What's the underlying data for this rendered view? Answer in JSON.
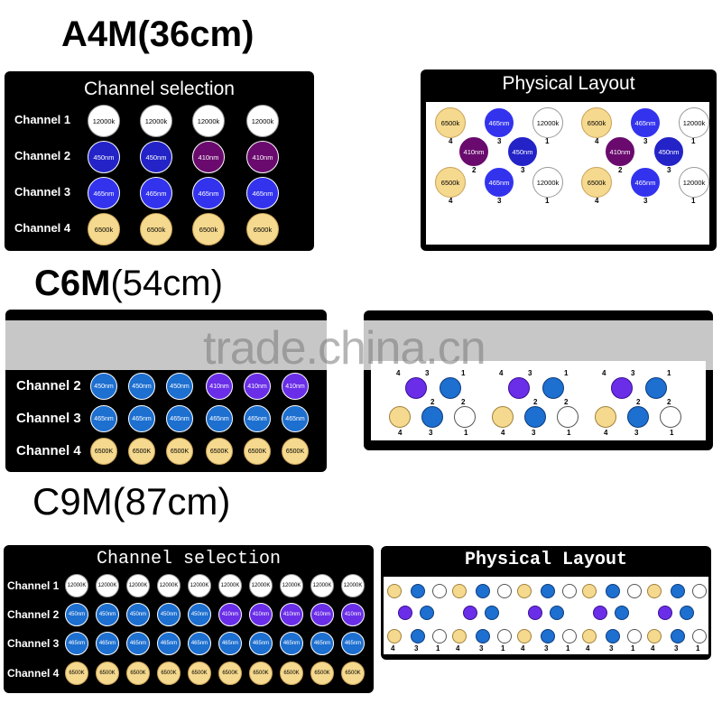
{
  "titles": {
    "a4m_bold": "A4M(36cm)",
    "c6m_bold": "C6M",
    "c6m_rest": "(54cm)",
    "c9m": "C9M(87cm)"
  },
  "panels": {
    "channel_selection": "Channel selection",
    "physical_layout": "Physical Layout"
  },
  "watermark": "trade.china.cn",
  "colors": {
    "cool_white": "#ffffff",
    "royal_blue": "#2323c8",
    "violet": "#6a0a6e",
    "blue": "#3333ee",
    "warm_white": "#f5d98e",
    "blue_c": "#1d6fd0",
    "violet_c": "#6a2ee8"
  },
  "a4m": {
    "channels": [
      {
        "label": "Channel 1",
        "led": "12000k",
        "kind": "cool_white",
        "count": 4
      },
      {
        "label": "Channel 2",
        "leds": [
          "450nm",
          "450nm",
          "410nm",
          "410nm"
        ],
        "kinds": [
          "royal_blue",
          "royal_blue",
          "violet",
          "violet"
        ]
      },
      {
        "label": "Channel 3",
        "led": "465nm",
        "kind": "blue",
        "count": 4
      },
      {
        "label": "Channel 4",
        "led": "6500k",
        "kind": "warm_white",
        "count": 4
      }
    ],
    "layout_leds": {
      "warm": "6500k",
      "blue": "465nm",
      "cool": "12000k",
      "violet": "410nm",
      "royal": "450nm"
    },
    "layout_numbers": [
      "4",
      "3",
      "1",
      "2"
    ]
  },
  "c6m": {
    "channels": [
      {
        "label": "Channel 2",
        "leds": [
          "450nm",
          "450nm",
          "450nm",
          "410nm",
          "410nm",
          "410nm"
        ]
      },
      {
        "label": "Channel 3",
        "led": "465nm",
        "count": 6
      },
      {
        "label": "Channel 4",
        "led": "6500K",
        "count": 6
      }
    ]
  },
  "c9m": {
    "channels": [
      {
        "label": "Channel 1",
        "led": "12000K",
        "count": 10
      },
      {
        "label": "Channel 2",
        "leds": [
          "450nm",
          "450nm",
          "450nm",
          "450nm",
          "450nm",
          "410nm",
          "410nm",
          "410nm",
          "410nm",
          "410nm"
        ]
      },
      {
        "label": "Channel 3",
        "led": "465nm",
        "count": 10
      },
      {
        "label": "Channel 4",
        "led": "6500K",
        "count": 10
      }
    ]
  }
}
